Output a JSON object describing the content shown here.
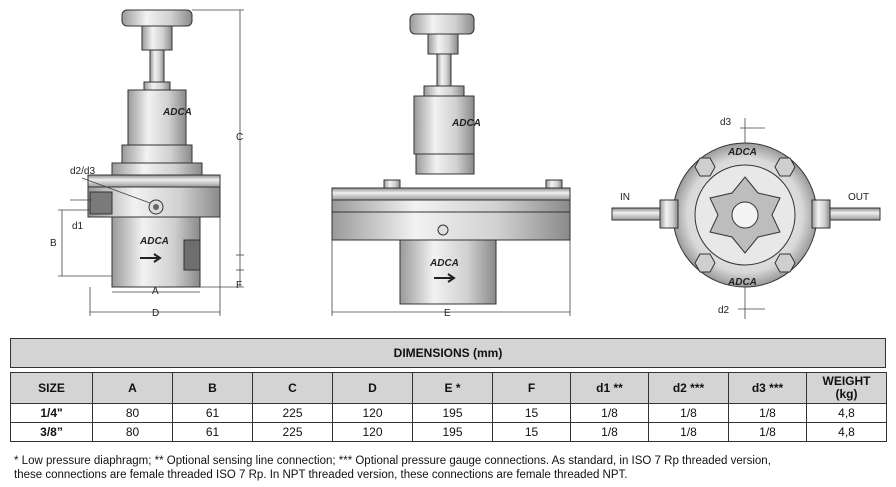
{
  "drawings": {
    "left_view": {
      "labels": {
        "c": "C",
        "b": "B",
        "a": "A",
        "d": "D",
        "f": "F",
        "d1": "d1",
        "d2d3": "d2/d3"
      },
      "brand": "ADCA"
    },
    "center_view": {
      "labels": {
        "e": "E"
      },
      "brand": "ADCA"
    },
    "right_view": {
      "labels": {
        "in": "IN",
        "out": "OUT",
        "d3": "d3",
        "d2": "d2"
      },
      "brand_top": "ADCA",
      "brand_bottom": "ADCA"
    }
  },
  "dimensions_table": {
    "title": "DIMENSIONS (mm)",
    "headers": [
      "SIZE",
      "A",
      "B",
      "C",
      "D",
      "E *",
      "F",
      "d1 **",
      "d2 ***",
      "d3 ***",
      "WEIGHT (kg)"
    ],
    "rows": [
      [
        "1/4\"",
        "80",
        "61",
        "225",
        "120",
        "195",
        "15",
        "1/8",
        "1/8",
        "1/8",
        "4,8"
      ],
      [
        "3/8”",
        "80",
        "61",
        "225",
        "120",
        "195",
        "15",
        "1/8",
        "1/8",
        "1/8",
        "4,8"
      ]
    ]
  },
  "footnote": {
    "line1": "* Low pressure diaphragm; ** Optional sensing line connection; *** Optional pressure gauge connections. As standard, in ISO 7 Rp threaded version,",
    "line2": "these connections are female threaded ISO 7 Rp. In NPT threaded version, these connections are female threaded NPT."
  }
}
